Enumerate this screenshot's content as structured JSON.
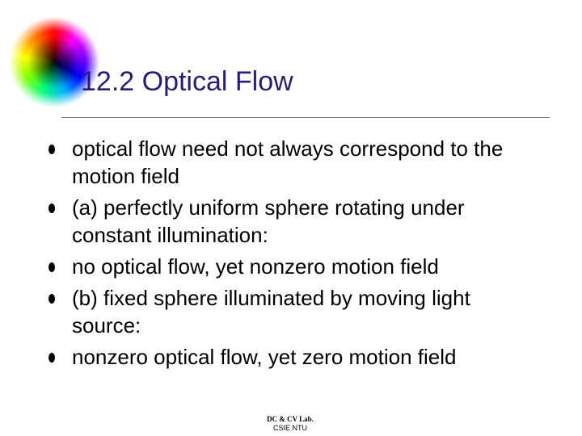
{
  "slide": {
    "title": "12.2 Optical Flow",
    "bullets": [
      {
        "text": "optical flow need not always correspond to the motion field"
      },
      {
        "text": "(a) perfectly uniform sphere rotating under constant illumination:"
      },
      {
        "text": "no optical flow, yet nonzero motion field"
      },
      {
        "text": "(b) fixed sphere illuminated by moving light source:"
      },
      {
        "text": "nonzero optical flow, yet zero motion field"
      }
    ]
  },
  "footer": {
    "line1": "DC & CV Lab.",
    "line2": "CSIE NTU"
  },
  "colors": {
    "title": "#2a1a7a",
    "text": "#000000",
    "rule": "#7a7a7a"
  },
  "icons": {
    "logo": "color-wheel-logo",
    "bullet": "bullet-dot-icon"
  }
}
